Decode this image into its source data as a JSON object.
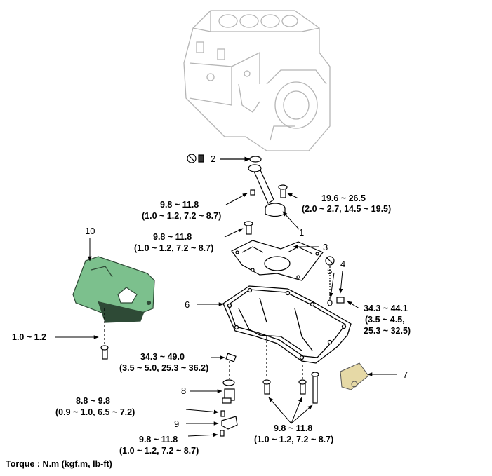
{
  "callouts": {
    "c1": "1",
    "c2": "2",
    "c3": "3",
    "c4": "4",
    "c5": "5",
    "c6": "6",
    "c7": "7",
    "c8": "8",
    "c9": "9",
    "c10": "10"
  },
  "torques": {
    "pickup_bolt_top": "19.6 ~ 26.5",
    "pickup_bolt_sub": "(2.0 ~ 2.7, 14.5 ~ 19.5)",
    "pickup_nut_top": "9.8 ~ 11.8",
    "pickup_nut_sub": "(1.0 ~ 1.2, 7.2 ~ 8.7)",
    "baffle_bolt_top": "9.8 ~ 11.8",
    "baffle_bolt_sub": "(1.0 ~ 1.2, 7.2 ~ 8.7)",
    "drain_plug_top": "34.3 ~ 44.1",
    "drain_plug_mid": "(3.5 ~ 4.5,",
    "drain_plug_bot": "25.3 ~ 32.5)",
    "cover_bolt": "1.0 ~ 1.2",
    "pan_bolt_top": "34.3 ~ 49.0",
    "pan_bolt_sub": "(3.5 ~ 5.0, 25.3 ~ 36.2)",
    "sensor_bolt_top": "8.8 ~ 9.8",
    "sensor_bolt_sub": "(0.9 ~ 1.0, 6.5 ~ 7.2)",
    "level_bolt_top": "9.8 ~ 11.8",
    "level_bolt_sub": "(1.0 ~ 1.2, 7.2 ~ 8.7)",
    "pan_lower_top": "9.8 ~ 11.8",
    "pan_lower_sub": "(1.0 ~ 1.2, 7.2 ~ 8.7)"
  },
  "footnote": "Torque : N.m (kgf.m, lb-ft)",
  "colors": {
    "line": "#000000",
    "engine_gray": "#b5b5b5",
    "cover_green": "#7cc08d",
    "cover_dark": "#2e4a36",
    "sealant_tube": "#e6d9a6"
  },
  "icons": {
    "do_not_reuse": "prohibited-circle-icon"
  }
}
